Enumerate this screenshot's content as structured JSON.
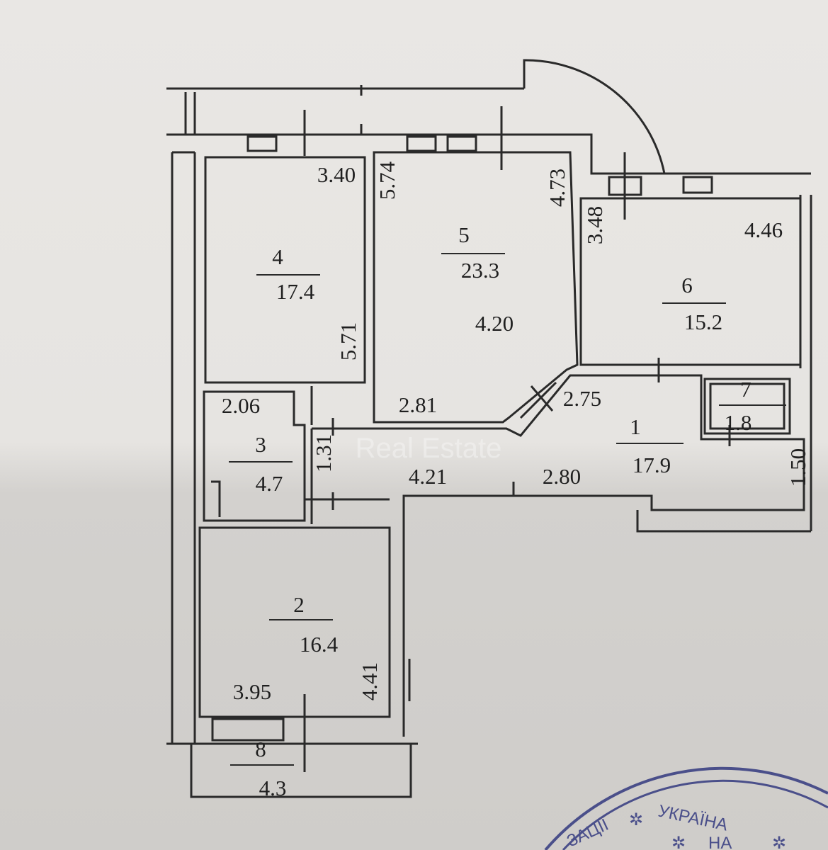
{
  "rooms": [
    {
      "number": "1",
      "area": "17.9"
    },
    {
      "number": "2",
      "area": "16.4"
    },
    {
      "number": "3",
      "area": "4.7"
    },
    {
      "number": "4",
      "area": "17.4"
    },
    {
      "number": "5",
      "area": "23.3"
    },
    {
      "number": "6",
      "area": "15.2"
    },
    {
      "number": "7",
      "area": "1.8"
    },
    {
      "number": "8",
      "area": "4.3"
    }
  ],
  "dimensions": {
    "r4_width": "3.40",
    "r4_length": "5.71",
    "r5_top": "5.74",
    "r5_right": "4.73",
    "r5_width": "4.20",
    "r5_bottom": "2.81",
    "r5_diag": "2.75",
    "r6_left": "3.48",
    "r6_width": "4.46",
    "r3_width": "2.06",
    "r3_door": "1.31",
    "r1_left": "4.21",
    "r1_right": "2.80",
    "r1_side": "1.50",
    "r2_width": "3.95",
    "r2_length": "4.41"
  },
  "watermark": "Real Estate",
  "stamp": {
    "text_left": "ЗАЦІЇ",
    "text_center": "УКРАЇНА",
    "text_bottom": "НА"
  },
  "colors": {
    "ink": "#2a2a2a",
    "stamp": "#4a4f8a",
    "paper": "#e8e6e3"
  }
}
